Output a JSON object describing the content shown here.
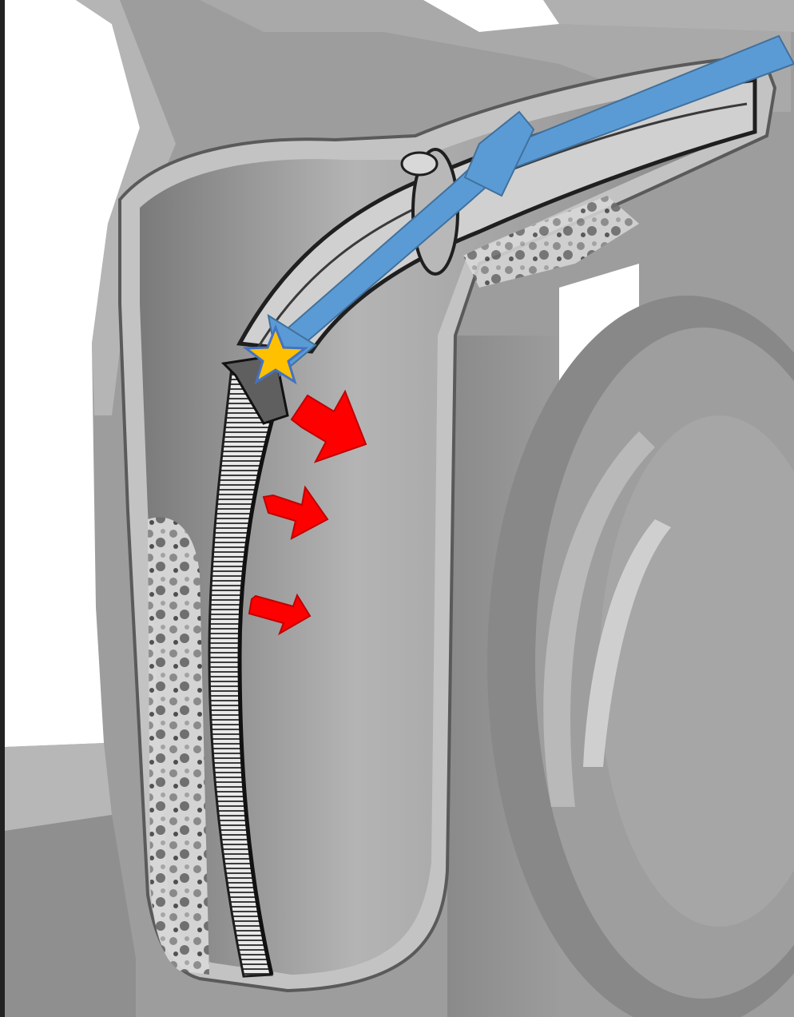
{
  "figure": {
    "subject": "cutaway-component-with-corrugated-tube",
    "annotations": {
      "inflow_arrow": {
        "color": "#5b9bd5",
        "outline": "#41719c"
      },
      "origin_marker": {
        "shape": "star",
        "color": "#ffc000",
        "outline": "#4472c4"
      },
      "outflow_arrows": {
        "count": 3,
        "color": "#ff0000",
        "outline": "#c00000"
      }
    },
    "palette": {
      "background": "#ffffff",
      "body_dark": "#8e8e8e",
      "body_mid": "#a8a8a8",
      "body_light": "#c6c6c6",
      "edge": "#2a2a2a"
    }
  }
}
